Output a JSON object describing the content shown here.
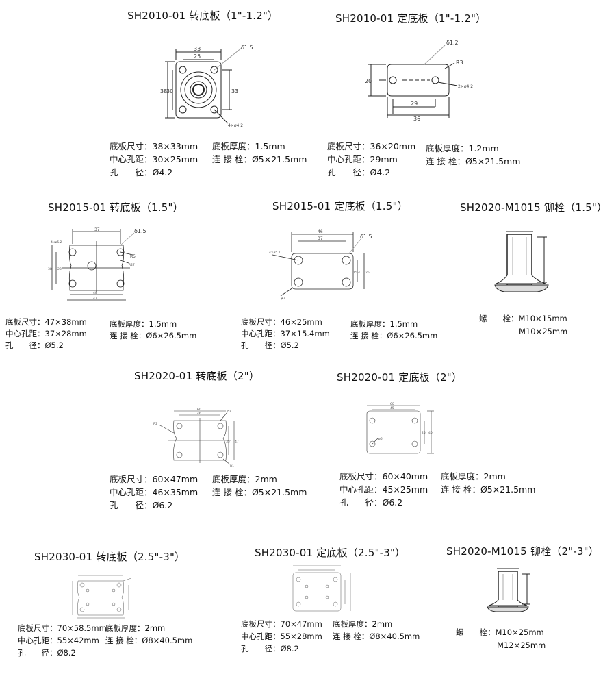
{
  "sections": {
    "sh2010_swivel": {
      "title": "SH2010-01 转底板（1\"-1.2\"）",
      "dims": {
        "w_outer": "33",
        "w_inner": "25",
        "h_outer": "38",
        "h_inner": "30",
        "h_right": "33",
        "thickness": "δ1.5",
        "holes": "4×ø4.2"
      },
      "specs": [
        "底板尺寸：38×33mm",
        "中心孔距：30×25mm",
        "孔　　径：Ø4.2"
      ],
      "specs_right": [
        "底板厚度：1.5mm",
        "连 接 栓：Ø5×21.5mm"
      ]
    },
    "sh2010_rigid": {
      "title": "SH2010-01 定底板（1\"-1.2\"）",
      "dims": {
        "thickness": "δ1.2",
        "radius": "R3",
        "height": "20",
        "holes": "2×ø4.2",
        "w_inner": "29",
        "w_outer": "36"
      },
      "specs": [
        "底板尺寸：36×20mm",
        "中心孔距：29mm",
        "孔　　径：Ø4.2"
      ],
      "specs_right": [
        "底板厚度：1.2mm",
        "连 接 栓：Ø5×21.5mm"
      ]
    },
    "sh2015_swivel": {
      "title": "SH2015-01 转底板（1.5\"）",
      "dims": {
        "thickness": "δ1.5",
        "w_top": "37",
        "holes": "4×ø5.2",
        "radius": "R5",
        "radius2": "R27",
        "h_outer": "38",
        "h_inner": "28",
        "w_inner": "40",
        "w_outer": "47"
      },
      "specs": [
        "底板尺寸：47×38mm",
        "中心孔距：37×28mm",
        "孔　　径：Ø5.2"
      ],
      "specs_right": [
        "底板厚度：1.5mm",
        "连 接 栓：Ø6×26.5mm"
      ]
    },
    "sh2015_rigid": {
      "title": "SH2015-01 定底板（1.5\"）",
      "dims": {
        "w_outer": "46",
        "w_inner": "37",
        "thickness": "δ1.5",
        "holes": "4×ø5.2",
        "h_inner": "15.4",
        "h_outer": "25",
        "radius": "R4"
      },
      "specs": [
        "底板尺寸：46×25mm",
        "中心孔距：37×15.4mm",
        "孔　　径：Ø5.2"
      ],
      "specs_right": [
        "底板厚度：1.5mm",
        "连 接 栓：Ø6×26.5mm"
      ]
    },
    "sh2020_rivet_15": {
      "title": "SH2020-M1015 铆栓（1.5\"）",
      "specs": [
        "螺　　栓：M10×15mm",
        "M10×25mm"
      ]
    },
    "sh2020_swivel": {
      "title": "SH2020-01 转底板（2\"）",
      "dims": {
        "w_outer": "60",
        "w_inner": "46",
        "thickness": "δ2",
        "radius": "R2",
        "h_inner": "35",
        "h_outer": "47",
        "radius2": "R1"
      },
      "specs": [
        "底板尺寸：60×47mm",
        "中心孔距：46×35mm",
        "孔　　径：Ø6.2"
      ],
      "specs_right": [
        "底板厚度：2mm",
        "连 接 栓：Ø5×21.5mm"
      ]
    },
    "sh2020_rigid": {
      "title": "SH2020-01 定底板（2\"）",
      "dims": {
        "w_outer": "60",
        "w_inner": "45",
        "h_inner": "25",
        "h_outer": "40",
        "holes": "ø6"
      },
      "specs": [
        "底板尺寸：60×40mm",
        "中心孔距：45×25mm",
        "孔　　径：Ø6.2"
      ],
      "specs_right": [
        "底板厚度：2mm",
        "连 接 栓：Ø5×21.5mm"
      ]
    },
    "sh2030_swivel": {
      "title": "SH2030-01 转底板（2.5\"-3\"）",
      "specs": [
        "底板尺寸：70×58.5mm",
        "中心孔距：55×42mm",
        "孔　　径：Ø8.2"
      ],
      "specs_right": [
        "底板厚度：2mm",
        "连 接 栓：Ø8×40.5mm"
      ]
    },
    "sh2030_rigid": {
      "title": "SH2030-01 定底板（2.5\"-3\"）",
      "specs": [
        "底板尺寸：70×47mm",
        "中心孔距：55×28mm",
        "孔　　径：Ø8.2"
      ],
      "specs_right": [
        "底板厚度：2mm",
        "连 接 栓：Ø8×40.5mm"
      ]
    },
    "sh2020_rivet_23": {
      "title": "SH2020-M1015 铆栓（2\"-3\"）",
      "specs": [
        "螺　　栓：M10×25mm",
        "M12×25mm"
      ]
    }
  }
}
